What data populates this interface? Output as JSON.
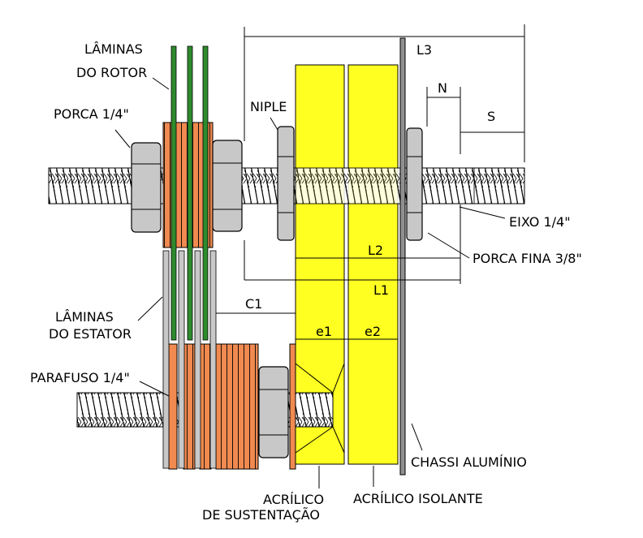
{
  "labels": {
    "rotor_line1": "LÂMINAS",
    "rotor_line2": "DO ROTOR",
    "porca": "PORCA 1/4\"",
    "niple": "NIPLE",
    "l3": "L3",
    "n": "N",
    "s": "S",
    "eixo": "EIXO 1/4\"",
    "l2": "L2",
    "porca_fina": "PORCA FINA 3/8\"",
    "l1": "L1",
    "c1": "C1",
    "estator_line1": "LÂMINAS",
    "estator_line2": "DO ESTATOR",
    "e1": "e1",
    "e2": "e2",
    "parafuso": "PARAFUSO 1/4\"",
    "chassi": "CHASSI ALUMÍNIO",
    "acrilico_sust_line1": "ACRÍLICO",
    "acrilico_sust_line2": "DE SUSTENTAÇÃO",
    "acrilico_isolante": "ACRÍLICO ISOLANTE"
  },
  "colors": {
    "acrylic": "#FFFF22",
    "copper": "#F08A50",
    "rotor_blade": "#2E8B2E",
    "stator_blade": "#C8C8C8",
    "nut": "#C8C8C8",
    "chassis": "#909090"
  }
}
